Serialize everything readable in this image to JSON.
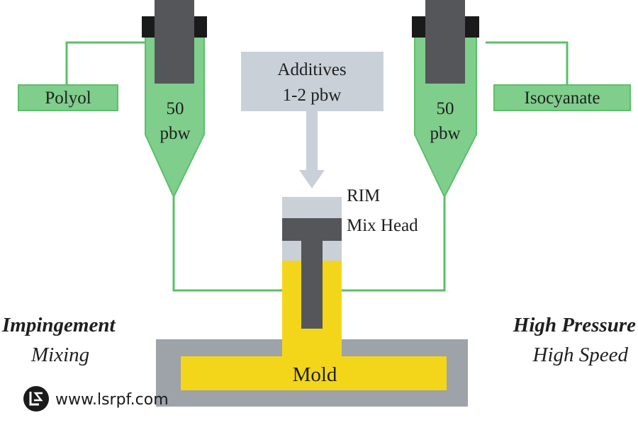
{
  "labels": {
    "polyol": "Polyol",
    "isocyanate": "Isocyanate",
    "left_tank_line1": "50",
    "left_tank_line2": "pbw",
    "right_tank_line1": "50",
    "right_tank_line2": "pbw",
    "additives_line1": "Additives",
    "additives_line2": "1-2 pbw",
    "mixhead_line1": "RIM",
    "mixhead_line2": "Mix Head",
    "mold": "Mold",
    "left_caption_line1": "Impingement",
    "left_caption_line2": "Mixing",
    "right_caption_line1": "High Pressure",
    "right_caption_line2": "High Speed"
  },
  "watermark": {
    "text": "www.lsrpf.com"
  },
  "colors": {
    "green_fill": "#7fce8c",
    "green_line": "#5cbf6a",
    "dark_gray": "#55565a",
    "black": "#1a1a1a",
    "light_gray": "#c9d0d8",
    "mold_gray": "#9da3a9",
    "yellow": "#f3d61a",
    "text": "#1f1f1f"
  }
}
